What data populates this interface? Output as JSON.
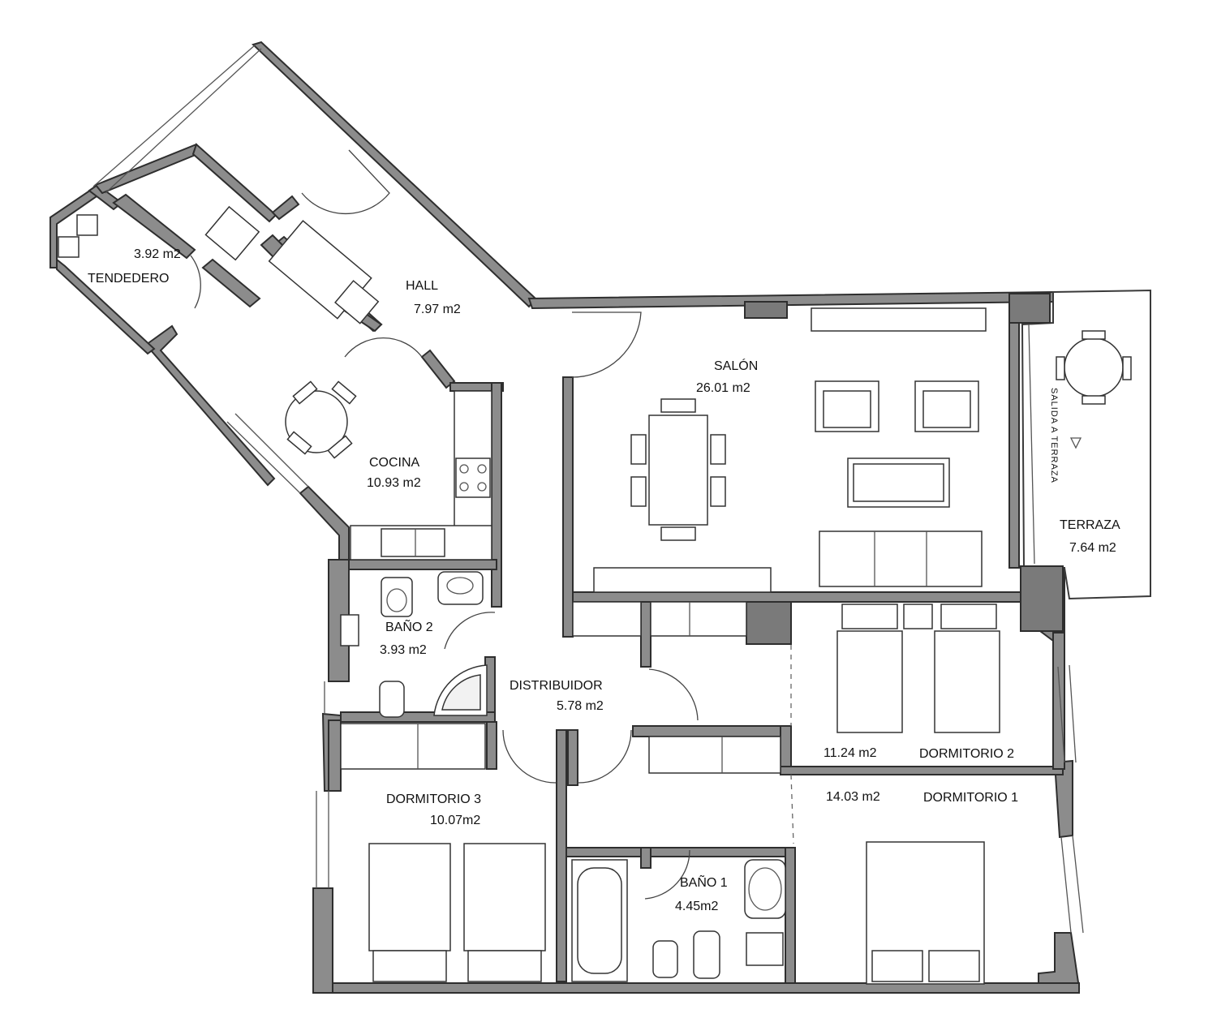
{
  "rooms": {
    "tendedero": {
      "name": "TENDEDERO",
      "area": "3.92 m2"
    },
    "hall": {
      "name": "HALL",
      "area": "7.97 m2"
    },
    "salon": {
      "name": "SALÓN",
      "area": "26.01 m2"
    },
    "terraza": {
      "name": "TERRAZA",
      "area": "7.64 m2",
      "exit": "SALIDA A TERRAZA"
    },
    "cocina": {
      "name": "COCINA",
      "area": "10.93 m2"
    },
    "bano2": {
      "name": "BAÑO 2",
      "area": "3.93 m2"
    },
    "distribuidor": {
      "name": "DISTRIBUIDOR",
      "area": "5.78 m2"
    },
    "dormitorio2": {
      "name": "DORMITORIO 2",
      "area": "11.24 m2"
    },
    "dormitorio1": {
      "name": "DORMITORIO 1",
      "area": "14.03 m2"
    },
    "dormitorio3": {
      "name": "DORMITORIO 3",
      "area": "10.07m2"
    },
    "bano1": {
      "name": "BAÑO 1",
      "area": "4.45m2"
    }
  },
  "colors": {
    "wall": "#8c8c8c",
    "outline": "#2e2e2e",
    "background": "#ffffff"
  }
}
